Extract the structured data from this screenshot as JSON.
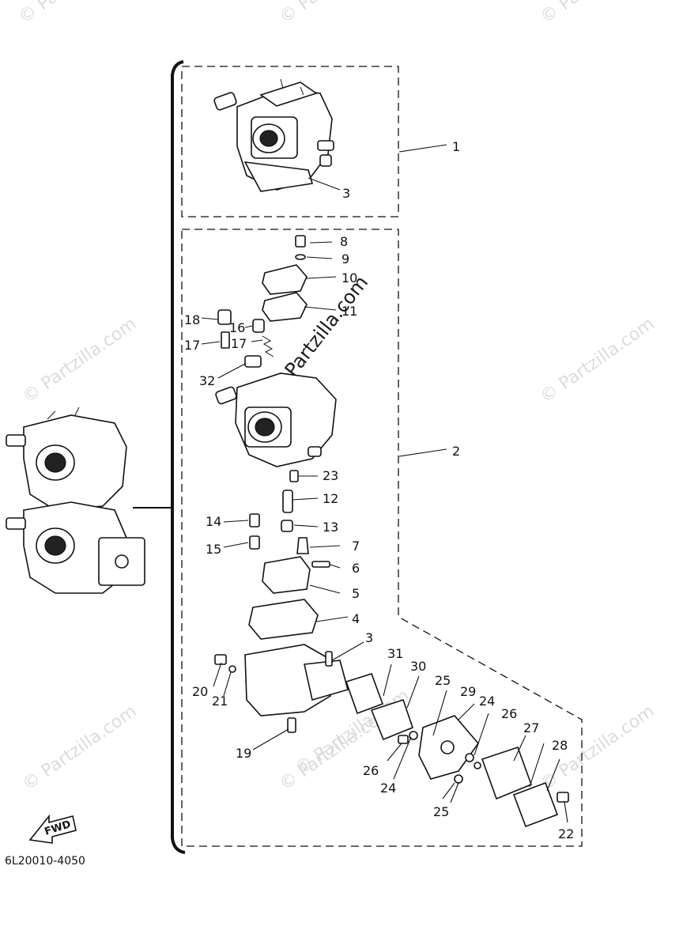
{
  "diagram": {
    "figure_code": "6L20010-4050",
    "fwd_label": "FWD",
    "watermark_text": "© Partzilla.com",
    "watermark_center_text": "Partzilla.com",
    "callouts": [
      "1",
      "2",
      "3",
      "3",
      "4",
      "5",
      "6",
      "7",
      "8",
      "9",
      "10",
      "11",
      "12",
      "13",
      "14",
      "15",
      "16",
      "17",
      "17",
      "18",
      "19",
      "20",
      "21",
      "22",
      "23",
      "24",
      "24",
      "25",
      "25",
      "26",
      "26",
      "27",
      "28",
      "29",
      "30",
      "31",
      "32"
    ]
  }
}
